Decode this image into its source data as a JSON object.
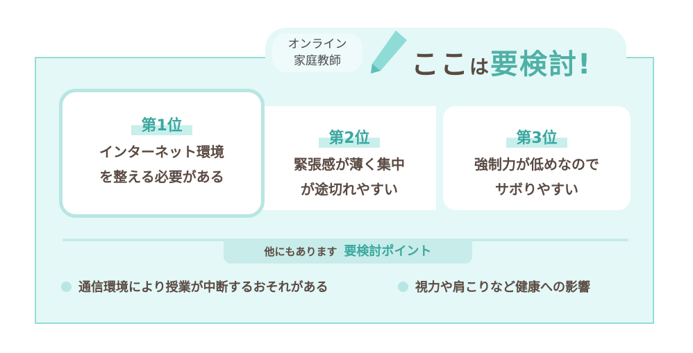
{
  "header": {
    "subtitle_line1": "オンライン",
    "subtitle_line2": "家庭教師",
    "title_a": "ここ",
    "title_s": "は",
    "title_b": "要検討!"
  },
  "ranks": [
    {
      "label": "第1位",
      "line1": "インターネット環境",
      "line2": "を整える必要がある"
    },
    {
      "label": "第2位",
      "line1": "緊張感が薄く集中",
      "line2": "が途切れやすい"
    },
    {
      "label": "第3位",
      "line1": "強制力が低めなので",
      "line2": "サボりやすい"
    }
  ],
  "other": {
    "prefix": "他にもあります",
    "label": "要検討ポイント"
  },
  "points": [
    "通信環境により授業が中断するおそれがある",
    "視力や肩こりなど健康への影響"
  ],
  "colors": {
    "accent": "#3aa79f",
    "text": "#5a4a42",
    "bg": "#e3f8f7"
  }
}
